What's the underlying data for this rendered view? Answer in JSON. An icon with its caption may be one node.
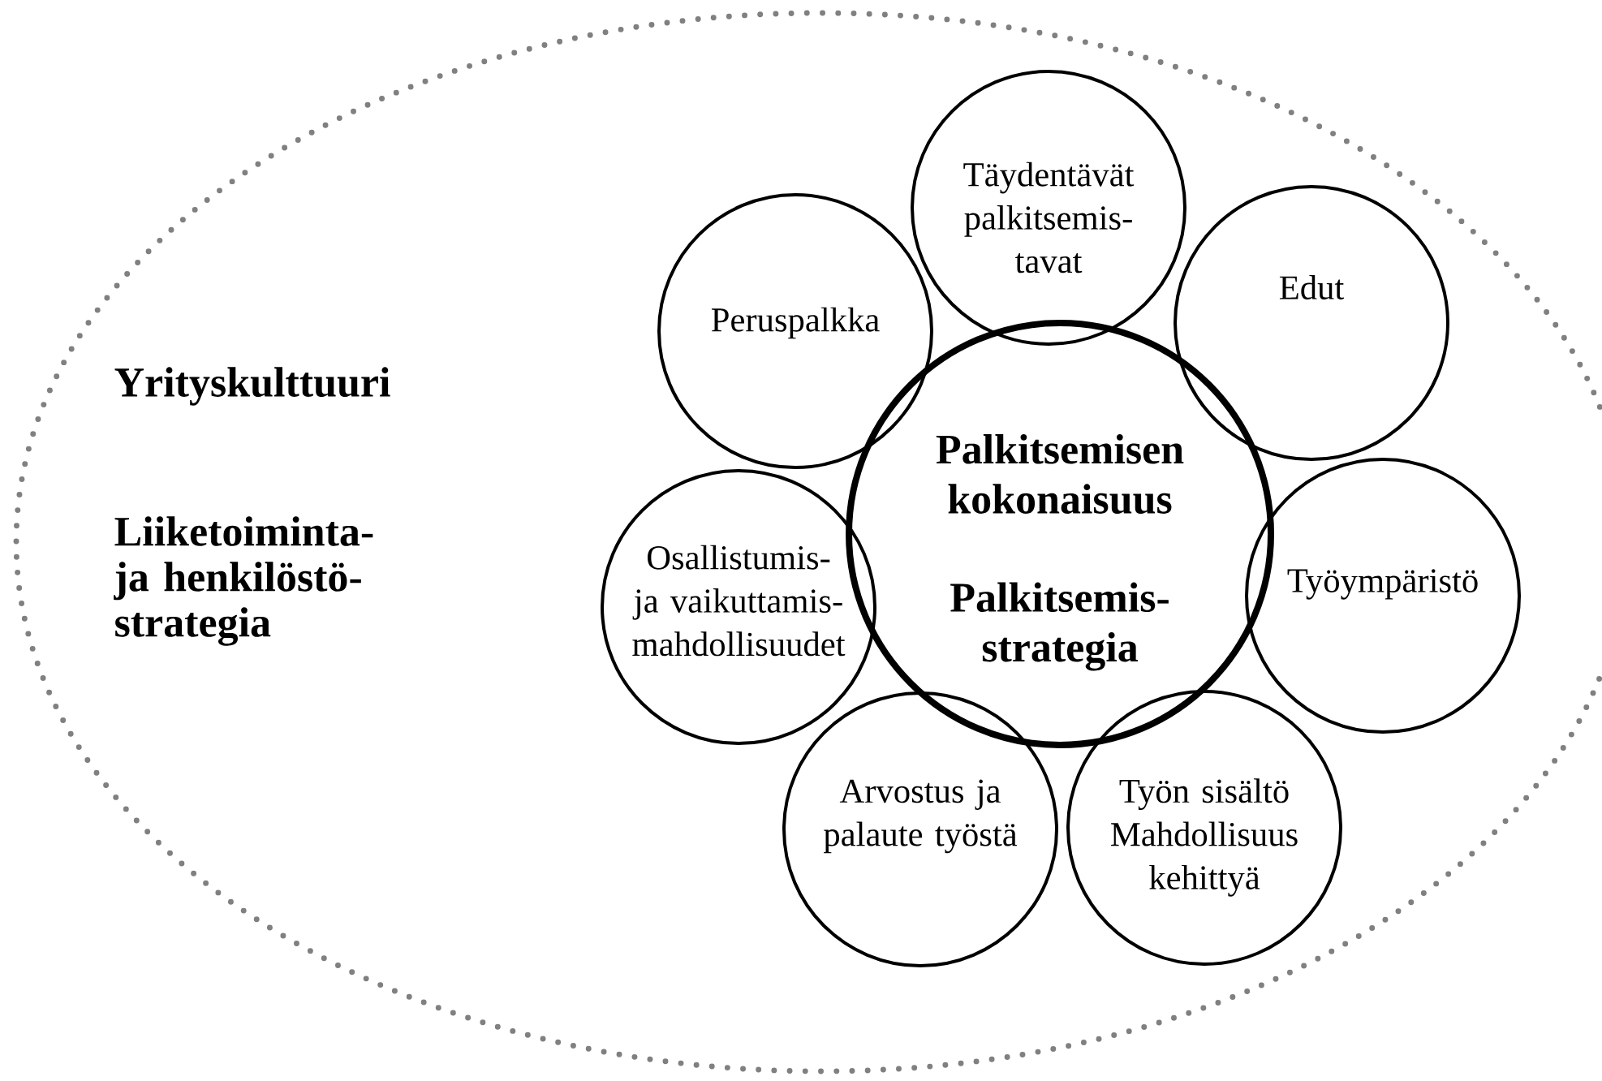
{
  "diagram": {
    "nodes": [
      {
        "text": [
          "Yrityskulttuuri",
          "Liiketoiminta- ja henkilöstö- strategia"
        ]
      },
      {
        "text": [
          "Täydentävät palkitsemis- tavat"
        ],
        "in": 0
      },
      {
        "text": [
          "Peruspalkka"
        ],
        "in": 0
      },
      {
        "text": [
          "Edut"
        ],
        "in": 0
      },
      {
        "text": [
          "Palkitsemisen kokonaisuus",
          "Palkitsemis- strategia"
        ],
        "in": 0
      },
      {
        "text": [
          "Osallistumis- ja vaikuttamis- mahdollisuudet"
        ],
        "in": 0
      },
      {
        "text": [
          "Työympäristö"
        ],
        "in": 0
      },
      {
        "text": [
          "Arvostus ja palaute työstä"
        ],
        "in": 0
      },
      {
        "text": [
          "Työn sisältö Mahdollisuus kehittyä"
        ],
        "in": 0
      }
    ]
  }
}
